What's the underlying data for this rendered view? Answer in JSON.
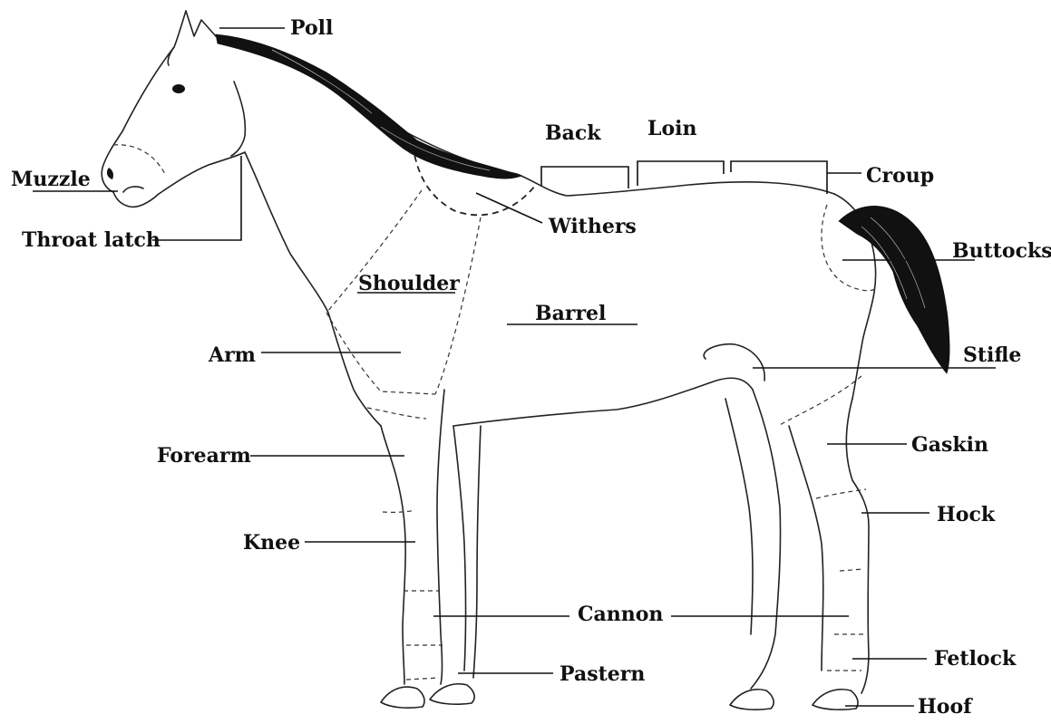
{
  "labels": {
    "poll": "Poll",
    "muzzle": "Muzzle",
    "throat_latch": "Throat latch",
    "back": "Back",
    "loin": "Loin",
    "croup": "Croup",
    "withers": "Withers",
    "buttocks": "Buttocks",
    "shoulder": "Shoulder",
    "barrel": "Barrel",
    "arm": "Arm",
    "stifle": "Stifle",
    "forearm": "Forearm",
    "gaskin": "Gaskin",
    "hock": "Hock",
    "knee": "Knee",
    "cannon": "Cannon",
    "fetlock": "Fetlock",
    "pastern": "Pastern",
    "hoof": "Hoof"
  }
}
